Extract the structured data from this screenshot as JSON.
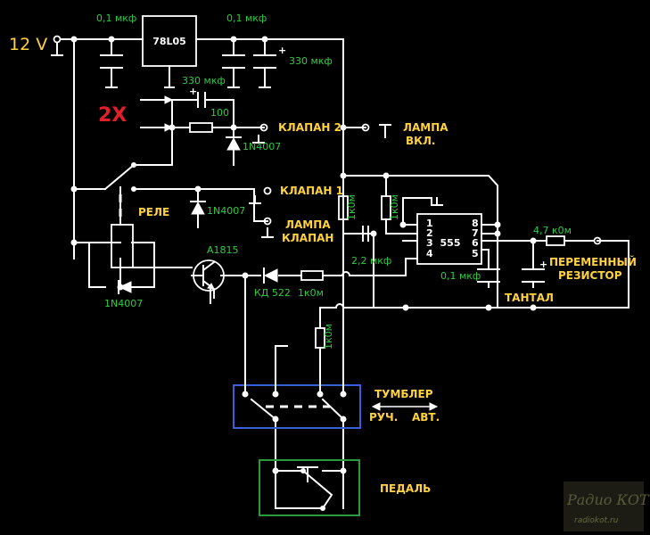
{
  "supply": {
    "label": "12 V"
  },
  "regulator": {
    "label": "78L05"
  },
  "capacitors": {
    "c_in": "0,1 мкф",
    "c_out": "0,1 мкф",
    "c_out_big": "330 мкф",
    "c_mid": "330 мкф",
    "c_timing": "2,2 мкф",
    "c_ctrl": "0,1 мкф"
  },
  "resistors": {
    "r_valve2": "100",
    "r_top1": "1к0м",
    "r_top2": "1к0м",
    "r_base": "1к0м",
    "r_bottom": "1к0м",
    "r_pot": "4,7 к0м"
  },
  "diodes": {
    "d_valve2": "1N4007",
    "d_relay": "1N4007",
    "d_coil": "1N4007",
    "d_signal": "КД 522"
  },
  "transistor": {
    "label": "A1815"
  },
  "ic": {
    "label": "555",
    "pins_left": [
      "1",
      "2",
      "3",
      "4"
    ],
    "pins_right": [
      "8",
      "7",
      "6",
      "5"
    ]
  },
  "relay": {
    "label": "РЕЛЕ"
  },
  "multiplier": {
    "label": "2Х"
  },
  "outputs": {
    "valve2": "КЛАПАН 2",
    "valve1": "КЛАПАН 1",
    "lamp_on_1": "ЛАМПА",
    "lamp_on_2": "ВКЛ.",
    "lamp_valve_1": "ЛАМПА",
    "lamp_valve_2": "КЛАПАН"
  },
  "variable_resistor": {
    "line1": "ПЕРЕМЕННЫЙ",
    "line2": "РЕЗИСТОР"
  },
  "tantalum": {
    "label": "ТАНТАЛ"
  },
  "toggle": {
    "label": "ТУМБЛЕР",
    "manual": "РУЧ.",
    "auto": "АВТ."
  },
  "pedal": {
    "label": "ПЕДАЛЬ"
  },
  "logo": {
    "line1": "Радио КОТ",
    "line2": "radiokot.ru"
  },
  "colors": {
    "background": "#000000",
    "wire": "#ffffff",
    "value_text": "#2ecc40",
    "label_text": "#ffd23f",
    "accent": "#e0202a",
    "frame_blue": "#3a5fd8",
    "frame_green": "#2a9a3a"
  }
}
